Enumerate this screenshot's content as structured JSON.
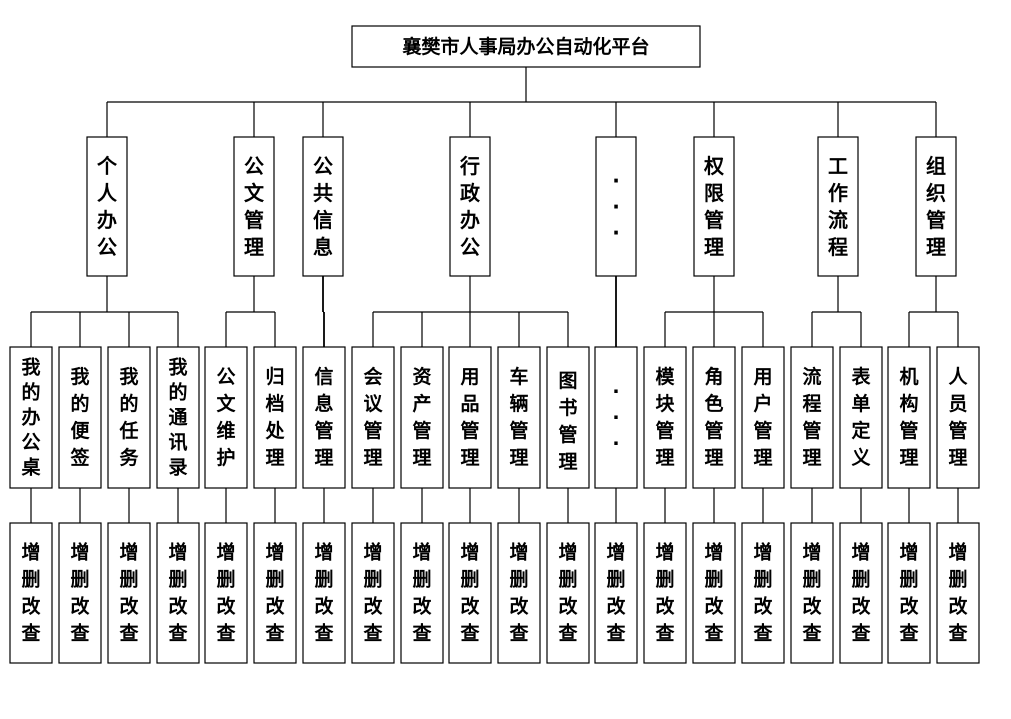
{
  "title": "襄樊市人事局办公自动化平台",
  "colors": {
    "line": "#000000",
    "box_fill": "#ffffff",
    "text": "#000000"
  },
  "modules": [
    {
      "label": "个人办公",
      "children": [
        {
          "label": "我的办公桌",
          "op": "增删改查"
        },
        {
          "label": "我的便签",
          "op": "增删改查"
        },
        {
          "label": "我的任务",
          "op": "增删改查"
        },
        {
          "label": "我的通讯录",
          "op": "增删改查"
        }
      ]
    },
    {
      "label": "公文管理",
      "children": [
        {
          "label": "公文维护",
          "op": "增删改查"
        },
        {
          "label": "归档处理",
          "op": "增删改查"
        }
      ]
    },
    {
      "label": "公共信息",
      "children": [
        {
          "label": "信息管理",
          "op": "增删改查"
        }
      ]
    },
    {
      "label": "行政办公",
      "children": [
        {
          "label": "会议管理",
          "op": "增删改查"
        },
        {
          "label": "资产管理",
          "op": "增删改查"
        },
        {
          "label": "用品管理",
          "op": "增删改查"
        },
        {
          "label": "车辆管理",
          "op": "增删改查"
        },
        {
          "label": "图书管理",
          "op": "增删改查"
        }
      ]
    },
    {
      "label": "···",
      "children": [
        {
          "label": "···",
          "op": "增删改查"
        }
      ]
    },
    {
      "label": "权限管理",
      "children": [
        {
          "label": "模块管理",
          "op": "增删改查"
        },
        {
          "label": "角色管理",
          "op": "增删改查"
        },
        {
          "label": "用户管理",
          "op": "增删改查"
        }
      ]
    },
    {
      "label": "工作流程",
      "children": [
        {
          "label": "流程管理",
          "op": "增删改查"
        },
        {
          "label": "表单定义",
          "op": "增删改查"
        }
      ]
    },
    {
      "label": "组织管理",
      "children": [
        {
          "label": "机构管理",
          "op": "增删改查"
        },
        {
          "label": "人员管理",
          "op": "增删改查"
        }
      ]
    }
  ]
}
